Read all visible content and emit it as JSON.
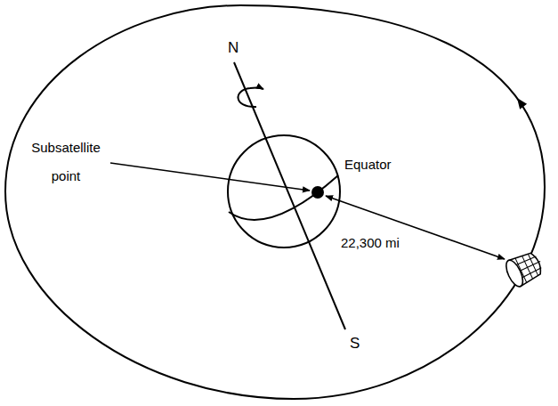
{
  "diagram": {
    "labels": [
      "N",
      "Subsatellite point",
      "Equator",
      "22,300 mi",
      "S"
    ]
  }
}
